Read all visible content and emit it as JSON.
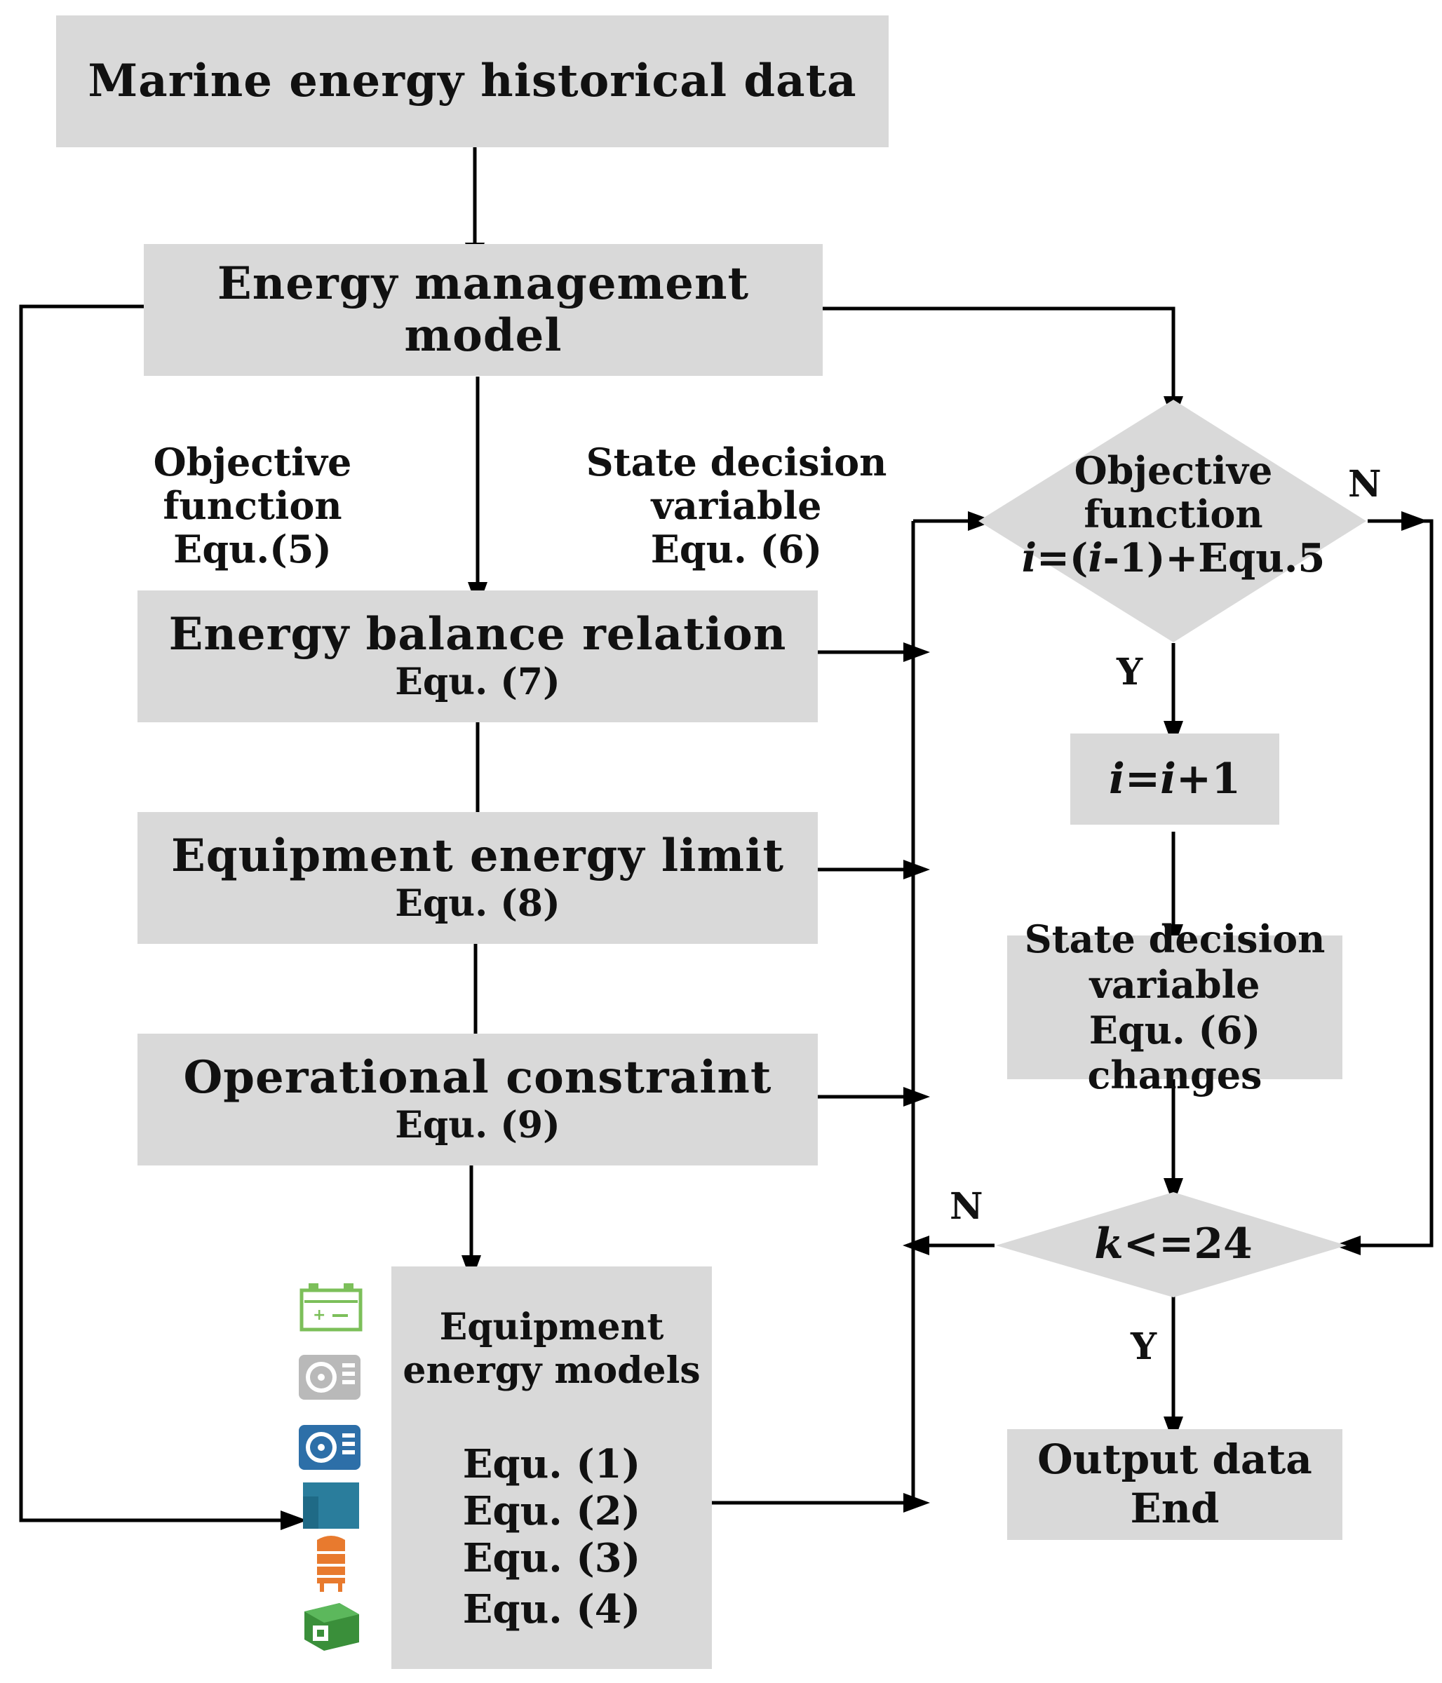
{
  "boxes": {
    "historical": "Marine energy historical data",
    "model": "Energy management model",
    "balance_title": "Energy balance relation",
    "balance_equ": "Equ. (7)",
    "limit_title": "Equipment energy limit",
    "limit_equ": "Equ. (8)",
    "constraint_title": "Operational constraint",
    "constraint_equ": "Equ. (9)",
    "equipment_title_1": "Equipment",
    "equipment_title_2": "energy models",
    "equ1": "Equ. (1)",
    "equ2": "Equ. (2)",
    "equ3": "Equ. (3)",
    "equ4": "Equ. (4)",
    "increment_i1": "i",
    "increment_eq": "=",
    "increment_i2": "i",
    "increment_rest": "+1",
    "state_1": "State decision",
    "state_2": "variable",
    "state_3": "Equ. (6) changes",
    "output_1": "Output data",
    "output_2": "End"
  },
  "labels": {
    "objective_1": "Objective function",
    "objective_2": "Equ.(5)",
    "state_1": "State decision variable",
    "state_2": "Equ. (6)"
  },
  "decision1": {
    "line1": "Objective",
    "line2": "function",
    "l3_i": "i",
    "l3_a": "=(",
    "l3_i2": "i",
    "l3_b": "-1)+Equ.5"
  },
  "decision2": {
    "k": "k",
    "rest": "<=24"
  },
  "branches": {
    "n1": "N",
    "y1": "Y",
    "n2": "N",
    "y2": "Y"
  },
  "icons": [
    "battery-icon",
    "gray-fan-unit-icon",
    "blue-fan-unit-icon",
    "blue-tank-icon",
    "orange-tower-icon",
    "green-module-icon"
  ]
}
